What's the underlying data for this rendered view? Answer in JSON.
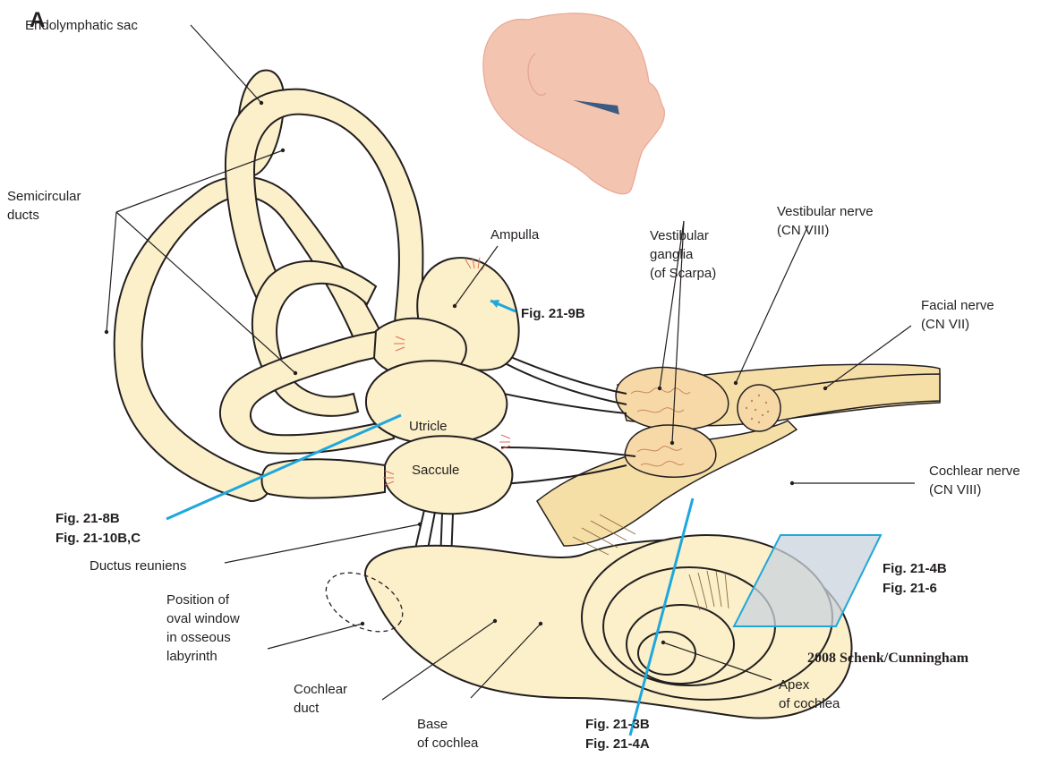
{
  "panel_letter": "A",
  "labels": {
    "endolymphatic_sac": "Endolymphatic sac",
    "semicircular_1": "Semicircular",
    "semicircular_2": "ducts",
    "ampulla": "Ampulla",
    "vestibular_ganglia_1": "Vestibular",
    "vestibular_ganglia_2": "ganglia",
    "vestibular_ganglia_3": "(of Scarpa)",
    "vestibular_nerve_1": "Vestibular nerve",
    "vestibular_nerve_2": "(CN VIII)",
    "facial_nerve_1": "Facial nerve",
    "facial_nerve_2": "(CN VII)",
    "utricle": "Utricle",
    "saccule": "Saccule",
    "cochlear_nerve_1": "Cochlear nerve",
    "cochlear_nerve_2": "(CN VIII)",
    "ductus_reuniens": "Ductus reuniens",
    "oval_window_1": "Position of",
    "oval_window_2": "oval window",
    "oval_window_3": "in osseous",
    "oval_window_4": "labyrinth",
    "cochlear_duct_1": "Cochlear",
    "cochlear_duct_2": "duct",
    "base_cochlea_1": "Base",
    "base_cochlea_2": "of cochlea",
    "apex_cochlea_1": "Apex",
    "apex_cochlea_2": "of cochlea"
  },
  "figure_refs": {
    "fig_21_9b": "Fig. 21-9B",
    "fig_21_8b": "Fig. 21-8B",
    "fig_21_10bc": "Fig. 21-10B,C",
    "fig_21_4b": "Fig. 21-4B",
    "fig_21_6": "Fig. 21-6",
    "fig_21_3b": "Fig. 21-3B",
    "fig_21_4a": "Fig. 21-4A"
  },
  "credit": "2008 Schenk/Cunningham",
  "colors": {
    "tissue": "#fbf0c9",
    "nerve": "#f6dfa6",
    "ganglion": "#f7d9a8",
    "skin": "#f3c4b0",
    "reference_line": "#1fa7dd",
    "plane": "#c9d3dc"
  }
}
